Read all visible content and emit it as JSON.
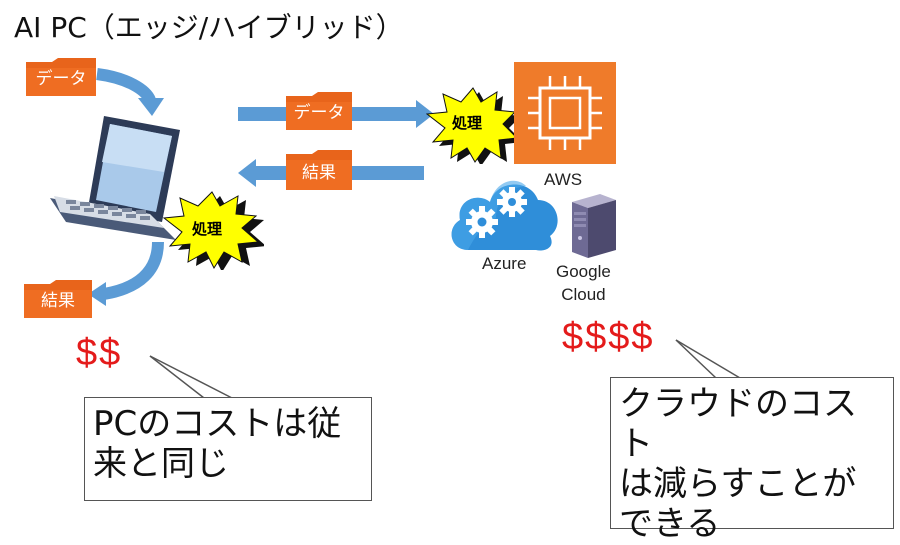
{
  "title": "AI PC（エッジ/ハイブリッド）",
  "folders": {
    "top_left": "データ",
    "bottom_left": "結果",
    "send": "データ",
    "return": "結果"
  },
  "processing": {
    "pc": "処理",
    "cloud": "処理"
  },
  "cloud_services": {
    "aws": "AWS",
    "azure": "Azure",
    "google": [
      "Google",
      "Cloud"
    ]
  },
  "costs": {
    "pc": "$$",
    "cloud": "$$$$"
  },
  "callouts": {
    "pc": [
      "PCのコストは従",
      "来と同じ"
    ],
    "cloud": [
      "クラウドのコスト",
      "は減らすことが",
      "できる"
    ]
  },
  "colors": {
    "folder": "#e8641b",
    "arrow": "#5b9bd5",
    "burst": "#ffff00",
    "aws": "#ef7b2a",
    "azure": "#2f8ed9",
    "cost": "#e41b1b"
  }
}
